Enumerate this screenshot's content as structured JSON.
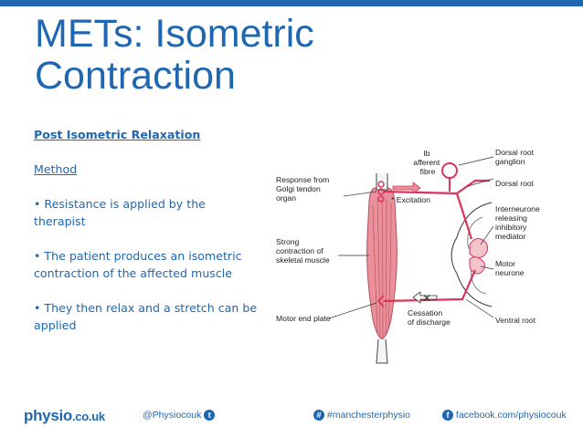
{
  "slide": {
    "title_line1": "METs: Isometric",
    "title_line2": "Contraction"
  },
  "content": {
    "heading": "Post Isometric Relaxation",
    "method_label": "Method",
    "bullets": [
      "• Resistance is applied by the therapist",
      "• The patient produces an isometric contraction of the affected muscle",
      "• They then relax and a stretch can be applied"
    ]
  },
  "diagram": {
    "labels": {
      "ib_afferent": [
        "Ib",
        "afferent",
        "fibre"
      ],
      "dorsal_root_ganglion": [
        "Dorsal root",
        "ganglion"
      ],
      "response_golgi": [
        "Response from",
        "Golgi tendon",
        "organ"
      ],
      "excitation": "* Excitation",
      "dorsal_root": "Dorsal root",
      "interneurone": [
        "Interneurone",
        "releasing",
        "inhibitory",
        "mediator"
      ],
      "strong_contraction": [
        "Strong",
        "contraction of",
        "skeletal muscle"
      ],
      "motor_neurone": [
        "Motor",
        "neurone"
      ],
      "motor_end_plate": "Motor end plate",
      "cessation": [
        "Cessation",
        "of discharge"
      ],
      "ventral_root": "Ventral root"
    }
  },
  "footer": {
    "logo_main": "physio",
    "logo_domain": ".co.uk",
    "twitter": "@Physiocouk",
    "hashtag": "#manchesterphysio",
    "facebook": "facebook.com/physiocouk"
  },
  "colors": {
    "accent": "#1f67b1",
    "nerve": "#d9345a",
    "muscle": "#e9909a"
  }
}
